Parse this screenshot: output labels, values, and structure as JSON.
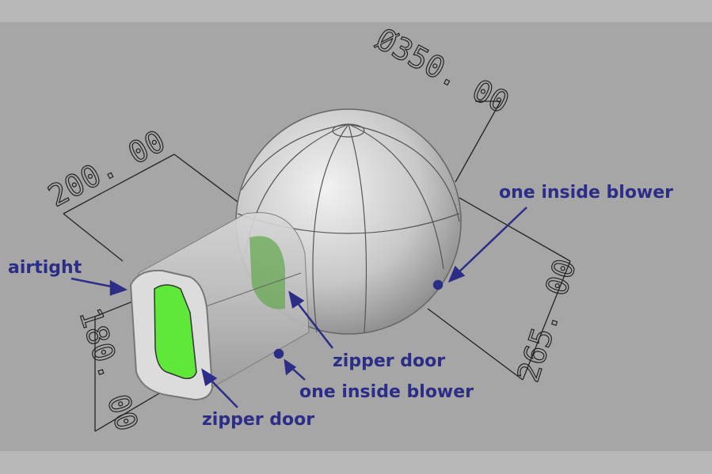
{
  "dimensions": {
    "sphere_diameter": "Ø350. 00",
    "tunnel_length": "200. 00",
    "tunnel_height": "180. 00",
    "sphere_height": "265. 00"
  },
  "labels": {
    "airtight": "airtight",
    "blower_sphere": "one inside blower",
    "zipper_door_inner": "zipper door",
    "blower_tunnel": "one inside blower",
    "zipper_door_front": "zipper door"
  },
  "colors": {
    "label": "#2b2d86",
    "door": "#5fe83a",
    "background": "#a6a6a6"
  }
}
